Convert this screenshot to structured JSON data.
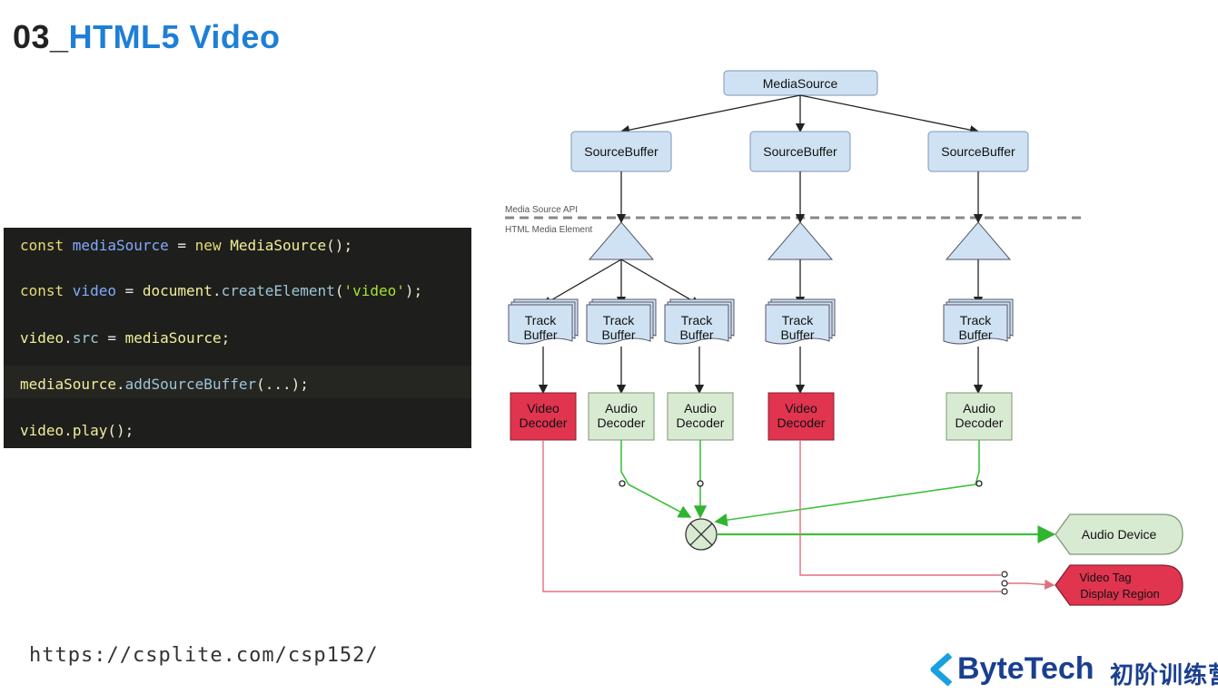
{
  "title": {
    "number": "03_",
    "text": "HTML5 Video"
  },
  "code_lines": [
    [
      {
        "t": "const ",
        "c": "kw"
      },
      {
        "t": "mediaSource",
        "c": "id"
      },
      {
        "t": " = ",
        "c": "op"
      },
      {
        "t": "new ",
        "c": "kw"
      },
      {
        "t": "MediaSource",
        "c": "cls"
      },
      {
        "t": "();",
        "c": "pl"
      }
    ],
    [
      {
        "t": "const ",
        "c": "kw"
      },
      {
        "t": "video",
        "c": "id"
      },
      {
        "t": " = ",
        "c": "op"
      },
      {
        "t": "document",
        "c": "cls"
      },
      {
        "t": ".",
        "c": "pl"
      },
      {
        "t": "createElement",
        "c": "fn"
      },
      {
        "t": "(",
        "c": "pl"
      },
      {
        "t": "'video'",
        "c": "str"
      },
      {
        "t": ");",
        "c": "pl"
      }
    ],
    [
      {
        "t": "video",
        "c": "cls"
      },
      {
        "t": ".",
        "c": "pl"
      },
      {
        "t": "src",
        "c": "fn"
      },
      {
        "t": " = ",
        "c": "op"
      },
      {
        "t": "mediaSource",
        "c": "cls"
      },
      {
        "t": ";",
        "c": "pl"
      }
    ],
    [
      {
        "t": "mediaSource",
        "c": "cls"
      },
      {
        "t": ".",
        "c": "pl"
      },
      {
        "t": "addSourceBuffer",
        "c": "fn"
      },
      {
        "t": "(...);",
        "c": "pl"
      }
    ],
    [
      {
        "t": "video",
        "c": "cls"
      },
      {
        "t": ".",
        "c": "pl"
      },
      {
        "t": "play",
        "c": "cls"
      },
      {
        "t": "();",
        "c": "pl"
      }
    ]
  ],
  "diagram": {
    "media_source": "MediaSource",
    "source_buffer": "SourceBuffer",
    "api_label_top": "Media Source API",
    "api_label_bottom": "HTML Media Element",
    "track_buffer": [
      "Track",
      "Buffer"
    ],
    "video_decoder": [
      "Video",
      "Decoder"
    ],
    "audio_decoder": [
      "Audio",
      "Decoder"
    ],
    "audio_device": "Audio Device",
    "video_tag": [
      "Video Tag",
      "Display Region"
    ],
    "colors": {
      "blue_fill": "#cfe2f3",
      "blue_stroke": "#7f96b3",
      "red_fill": "#e0344f",
      "green_fill": "#d9ead3",
      "green_line": "#3cc13c",
      "red_line": "#e07080"
    }
  },
  "url": "https://csplite.com/csp152/",
  "logo": {
    "brand": "ByteTech",
    "cn": "初阶训练营"
  }
}
